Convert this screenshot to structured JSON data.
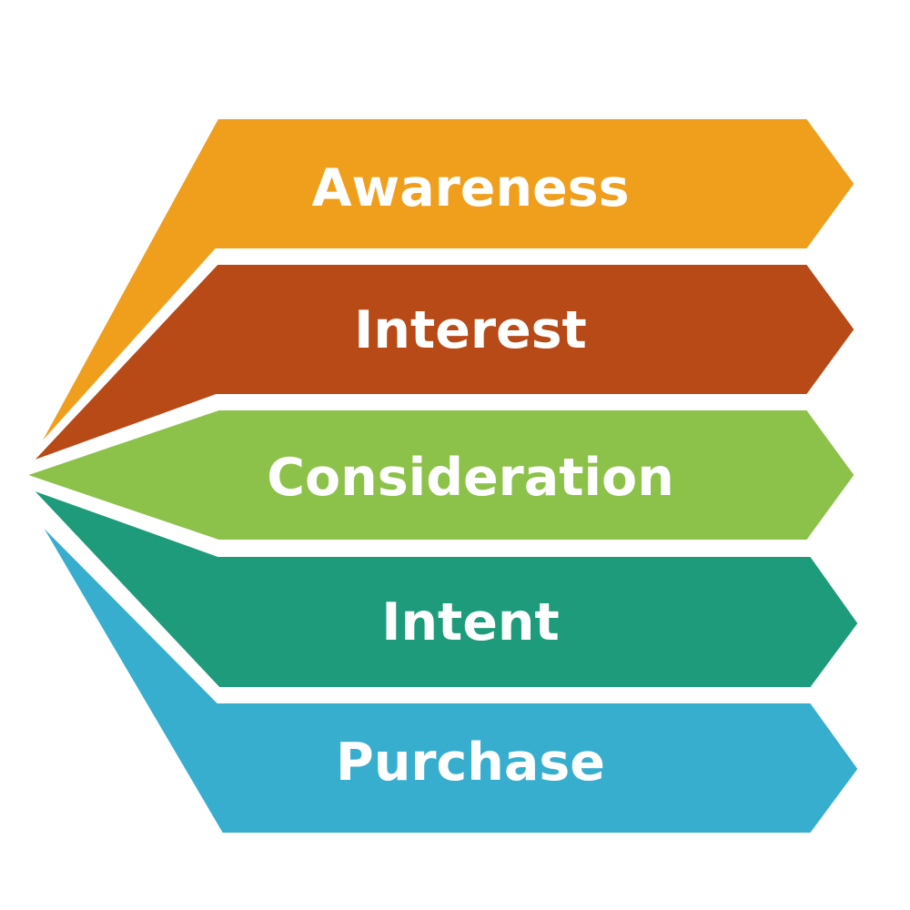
{
  "diagram": {
    "stages": [
      {
        "label": "Awareness",
        "color": "#F09F1D"
      },
      {
        "label": "Interest",
        "color": "#B84A17"
      },
      {
        "label": "Consideration",
        "color": "#8CC14A"
      },
      {
        "label": "Intent",
        "color": "#1E9B7A"
      },
      {
        "label": "Purchase",
        "color": "#38AECF"
      }
    ]
  }
}
